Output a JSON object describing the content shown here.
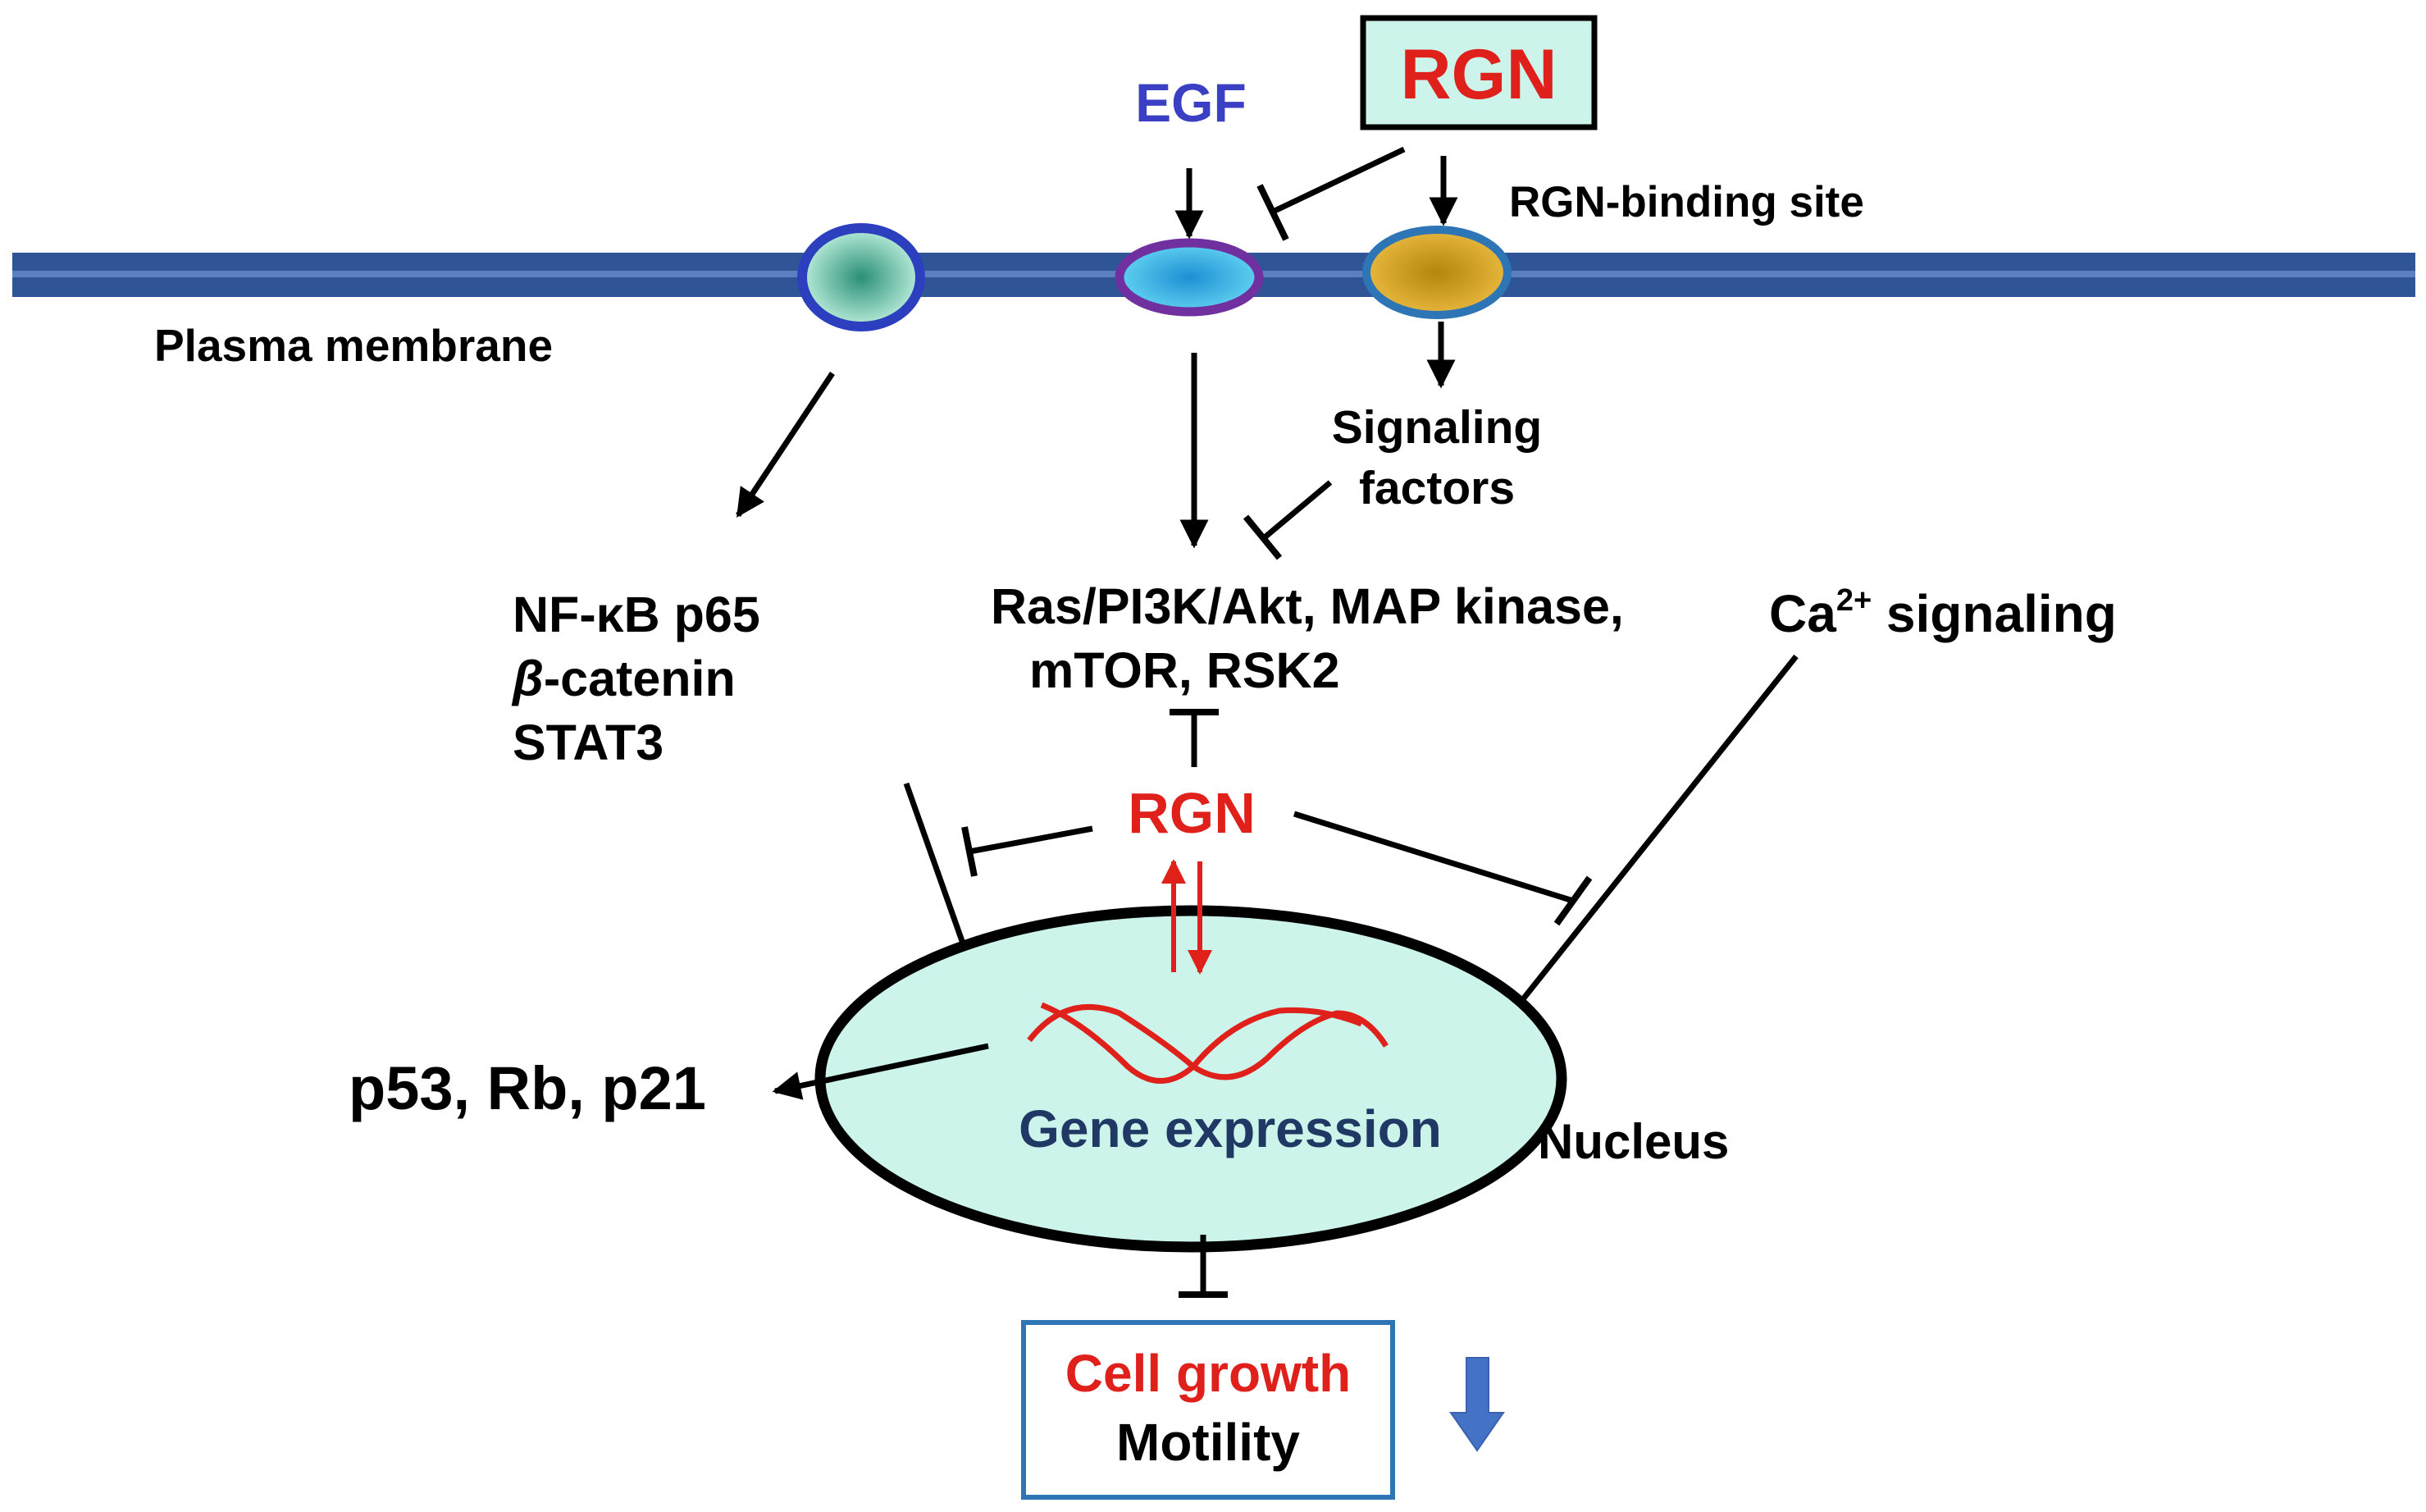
{
  "membrane": {
    "label": "Plasma membrane"
  },
  "ligands": {
    "egf": "EGF",
    "rgn_top": "RGN"
  },
  "binding_site": {
    "label": "RGN-binding site"
  },
  "signaling_factors": {
    "line1": "Signaling",
    "line2": "factors"
  },
  "transcription_factors": {
    "line1": "NF-κB p65",
    "line2_symbol": "β",
    "line2_rest": "-catenin",
    "line3": "STAT3"
  },
  "kinases": {
    "line1": "Ras/PI3K/Akt, MAP kinase,",
    "line2": "mTOR, RSK2"
  },
  "calcium": {
    "base": "Ca",
    "superscript": "2+",
    "rest": " signaling"
  },
  "rgn_center": "RGN",
  "nucleus": {
    "text": "Gene expression",
    "label": "Nucleus"
  },
  "regulators": "p53, Rb, p21",
  "outcome": {
    "line1": "Cell growth",
    "line2": "Motility"
  },
  "colors": {
    "membrane": "#2f5597",
    "rgn_red": "#e0201b",
    "egf_blue": "#3a3fc4",
    "nucleus_fill": "#ccf4ea",
    "gene_text": "#1f3864",
    "down_arrow": "#4472c4",
    "outcome_border": "#2e75b6"
  }
}
